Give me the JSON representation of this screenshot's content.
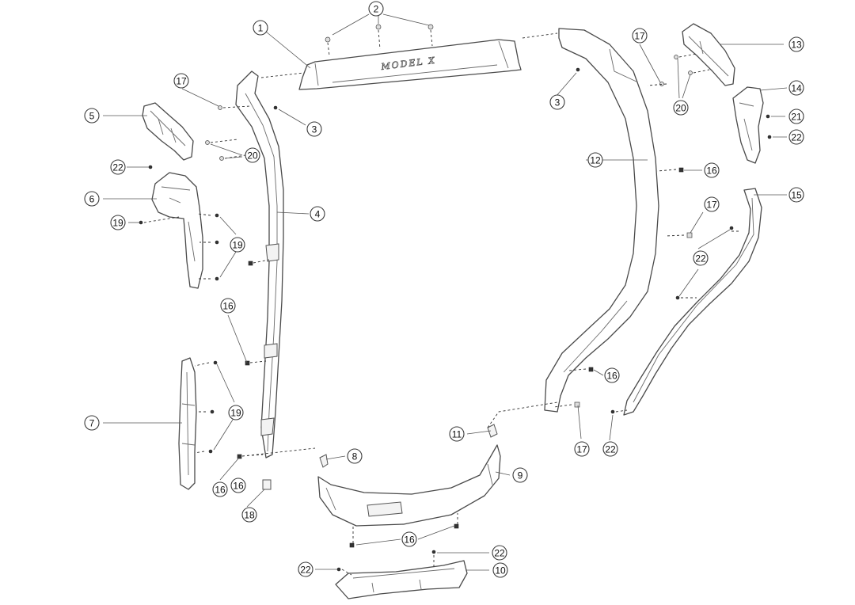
{
  "diagram": {
    "badge_text": "MODEL X",
    "callouts": [
      "1",
      "2",
      "3",
      "3",
      "4",
      "5",
      "6",
      "7",
      "8",
      "9",
      "10",
      "11",
      "12",
      "13",
      "14",
      "15",
      "16",
      "16",
      "16",
      "16",
      "16",
      "16",
      "17",
      "17",
      "17",
      "17",
      "18",
      "19",
      "19",
      "19",
      "20",
      "20",
      "21",
      "22",
      "22",
      "22",
      "22",
      "22",
      "22"
    ]
  }
}
